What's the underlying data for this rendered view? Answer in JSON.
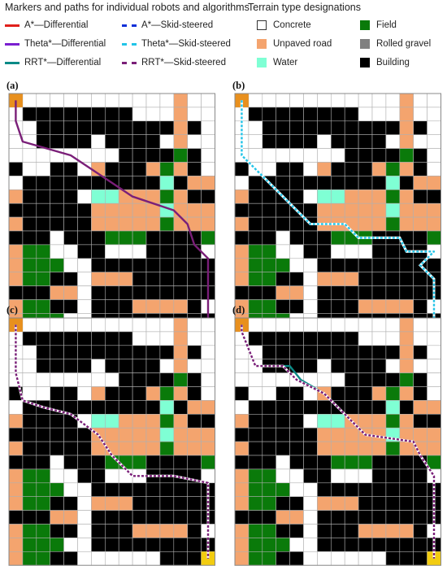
{
  "legend": {
    "paths_title": "Markers and paths for individual robots and algorithms",
    "terrain_title": "Terrain type designations",
    "paths": [
      {
        "label": "A*—Differential",
        "color": "#e0201b",
        "dashed": false
      },
      {
        "label": "A*—Skid-steered",
        "color": "#1030d8",
        "dashed": true
      },
      {
        "label": "Theta*—Differential",
        "color": "#7a1fd0",
        "dashed": false
      },
      {
        "label": "Theta*—Skid-steered",
        "color": "#22c4e8",
        "dashed": true
      },
      {
        "label": "RRT*—Differential",
        "color": "#0b8a86",
        "dashed": false
      },
      {
        "label": "RRT*—Skid-steered",
        "color": "#7a1f78",
        "dashed": true
      }
    ],
    "terrain": [
      {
        "label": "Concrete",
        "color": "#ffffff"
      },
      {
        "label": "Field",
        "color": "#0a7a0a"
      },
      {
        "label": "Unpaved road",
        "color": "#f4a46e"
      },
      {
        "label": "Rolled gravel",
        "color": "#808080"
      },
      {
        "label": "Water",
        "color": "#7fffd4"
      },
      {
        "label": "Building",
        "color": "#000000"
      }
    ]
  },
  "colors": {
    "grid_line": "#b0b0b0",
    "start_marker": "#e8901e",
    "goal_marker": "#f2cc10"
  },
  "grid": {
    "rows": [
      "U...........U..",
      ".BBBBBBBB...U..",
      "..BBBBBBBBBBUB.",
      "..BBBB.BBBB.U..",
      "........BBBBFB.",
      "B..BB.UBBBUFUB.",
      ".BBBBBBBBBBWBUU",
      "UBBBB.WWUUUFUBB",
      "BBBBBBUUUUUWUUU",
      "UBBBBBUUUUUFUUU",
      "BBB.BBBGGGBBBBG",
      "UGG..BB...BBBB.",
      "UGGG..BBBBBBBBB",
      "UGGBB.UUUBBBBBB",
      "BBBUU.BBBBBBBBB",
      "UGGBB.BBBUUUUB.",
      "UGGG..BBBBBBBBB",
      "UGGBB......BBB."
    ]
  },
  "panels": [
    {
      "label": "(a)",
      "paths": [
        {
          "color": "#7a1f78",
          "dashed": false,
          "pts": [
            [
              0.5,
              0.5
            ],
            [
              0.5,
              2
            ],
            [
              1,
              3.5
            ],
            [
              4.5,
              4.5
            ],
            [
              7.5,
              6.5
            ],
            [
              9,
              7.5
            ],
            [
              12,
              8.5
            ],
            [
              13,
              9.5
            ],
            [
              13.5,
              11
            ],
            [
              14.5,
              12
            ],
            [
              14.5,
              17.5
            ]
          ]
        }
      ]
    },
    {
      "label": "(b)",
      "paths": [
        {
          "color": "#1030d8",
          "dashed": true,
          "pts": [
            [
              0.5,
              0.5
            ],
            [
              0.5,
              4.5
            ],
            [
              2.5,
              6.5
            ],
            [
              4.5,
              8.5
            ],
            [
              5.5,
              9.5
            ],
            [
              8,
              9.5
            ],
            [
              9,
              10.5
            ],
            [
              12,
              10.5
            ],
            [
              12.5,
              11.5
            ],
            [
              14.5,
              11.5
            ],
            [
              13.5,
              12.5
            ],
            [
              14.5,
              13.5
            ],
            [
              14.5,
              17.5
            ]
          ]
        },
        {
          "color": "#22c4e8",
          "dashed": true,
          "pts": [
            [
              0.5,
              0.5
            ],
            [
              0.5,
              4.5
            ],
            [
              2.5,
              6.5
            ],
            [
              4.5,
              8.5
            ],
            [
              5.5,
              9.5
            ],
            [
              8,
              9.5
            ],
            [
              9,
              10.5
            ],
            [
              12,
              10.5
            ],
            [
              12.5,
              11.5
            ],
            [
              14.5,
              11.5
            ],
            [
              13.5,
              12.5
            ],
            [
              14.5,
              13.5
            ],
            [
              14.5,
              17.5
            ]
          ]
        }
      ]
    },
    {
      "label": "(c)",
      "paths": [
        {
          "color": "#0b8a86",
          "dashed": false,
          "pts": [
            [
              0.5,
              0.5
            ],
            [
              0.5,
              4
            ],
            [
              1,
              6
            ],
            [
              2.5,
              6.5
            ],
            [
              4.5,
              7
            ],
            [
              6.5,
              8.5
            ],
            [
              7.5,
              10
            ],
            [
              9,
              11.5
            ],
            [
              12,
              11.5
            ],
            [
              14.5,
              12
            ],
            [
              14.5,
              17.5
            ]
          ]
        },
        {
          "color": "#7a1f78",
          "dashed": true,
          "pts": [
            [
              0.5,
              0.5
            ],
            [
              0.5,
              4
            ],
            [
              1,
              6
            ],
            [
              2.5,
              6.5
            ],
            [
              4.5,
              7
            ],
            [
              6.5,
              8.5
            ],
            [
              7.5,
              10
            ],
            [
              9,
              11.5
            ],
            [
              12,
              11.5
            ],
            [
              14.5,
              12
            ],
            [
              14.5,
              17.5
            ]
          ]
        }
      ]
    },
    {
      "label": "(d)",
      "paths": [
        {
          "color": "#0b8a86",
          "dashed": false,
          "pts": [
            [
              0.5,
              0.5
            ],
            [
              0.5,
              1
            ],
            [
              1.5,
              3.5
            ],
            [
              4,
              3.5
            ],
            [
              4.8,
              4.5
            ],
            [
              6.5,
              5.5
            ],
            [
              7.5,
              6.5
            ],
            [
              8.5,
              7.5
            ],
            [
              9.5,
              8.5
            ],
            [
              13,
              9
            ],
            [
              13.5,
              10
            ],
            [
              14.5,
              11.5
            ],
            [
              14.5,
              17.5
            ]
          ]
        },
        {
          "color": "#7a1f78",
          "dashed": true,
          "pts": [
            [
              0.5,
              0.5
            ],
            [
              0.5,
              1
            ],
            [
              1.5,
              3.5
            ],
            [
              3.5,
              3.5
            ],
            [
              4.5,
              4.5
            ],
            [
              6.5,
              5.5
            ],
            [
              7.5,
              6.5
            ],
            [
              8.5,
              7.5
            ],
            [
              9.5,
              8.5
            ],
            [
              13,
              9
            ],
            [
              13.5,
              10
            ],
            [
              14.5,
              11.5
            ],
            [
              14.5,
              17.5
            ]
          ]
        }
      ]
    }
  ]
}
